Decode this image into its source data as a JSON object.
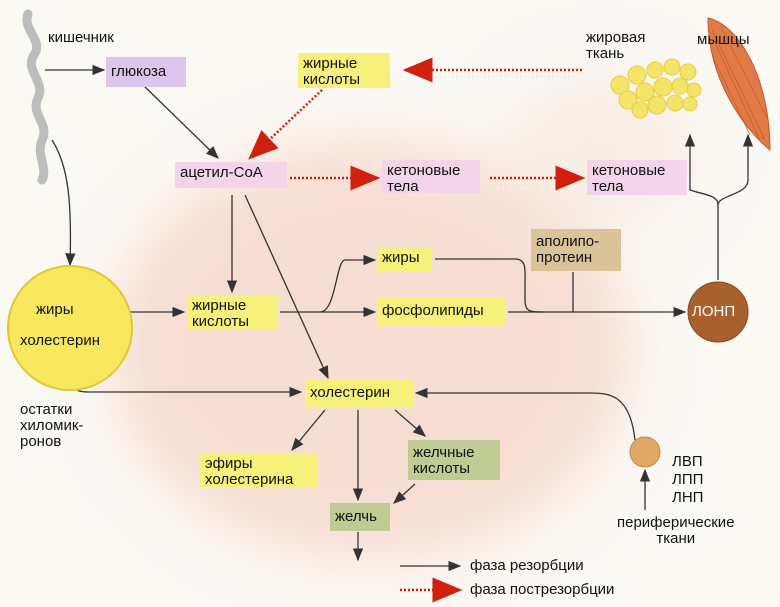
{
  "labels": {
    "intestine": "кишечник",
    "adipose": "жировая\nткань",
    "muscles": "мышцы",
    "chylomicron_remnants": "остатки\nхиломик-\nронов",
    "lipoproteins": "ЛВП\nЛПП\nЛНП",
    "peripheral": "периферические\nткани"
  },
  "boxes": {
    "glucose": "глюкоза",
    "fatty_acids_top": "жирные\nкислоты",
    "acetyl_coa": "ацетил-CoA",
    "ketone1": "кетоновые\nтела",
    "ketone2": "кетоновые\nтела",
    "fats": "жиры",
    "fatty_acids": "жирные\nкислоты",
    "phospholipids": "фосфолипиды",
    "apolipoprotein": "аполипо-\nпротеин",
    "vldl": "ЛОНП",
    "cholesterol": "холестерин",
    "cholesterol_esters": "эфиры\nхолестерина",
    "bile_acids": "желчные\nкислоты",
    "bile": "желчь"
  },
  "chylomicron": {
    "fats": "жиры",
    "cholesterol": "холестерин"
  },
  "legend": {
    "absorption": "фаза резорбции",
    "postabsorption": "фаза пострезорбции"
  },
  "colors": {
    "solid_arrow": "#333333",
    "dotted_arrow": "#d02010"
  }
}
